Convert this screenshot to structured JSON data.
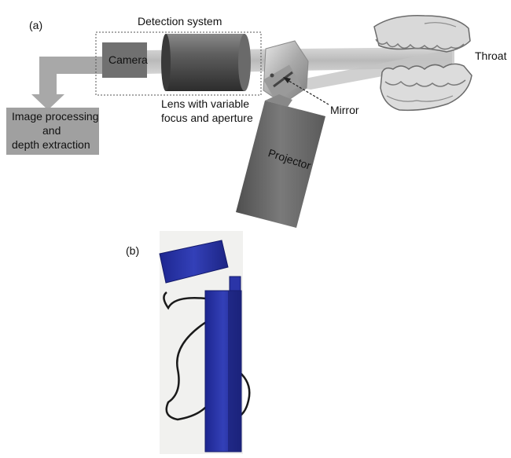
{
  "panel_a": {
    "tag": "(a)",
    "detection_system_label": "Detection system",
    "camera_label": "Camera",
    "lens_label_line1": "Lens with variable",
    "lens_label_line2": "focus and aperture",
    "mirror_label": "Mirror",
    "throat_label": "Throat",
    "projector_label": "Projector",
    "processing_line1": "Image processing",
    "processing_line2": "and",
    "processing_line3": "depth extraction"
  },
  "panel_b": {
    "tag": "(b)",
    "device_color": "#2b35a8",
    "background_color": "#f1f1ef"
  },
  "colors": {
    "beam": "#b8b8b8",
    "camera": "#6e6e6e",
    "lens": "#5a5a5a",
    "projector": "#6a6a6a",
    "box": "#9a9a9a"
  }
}
